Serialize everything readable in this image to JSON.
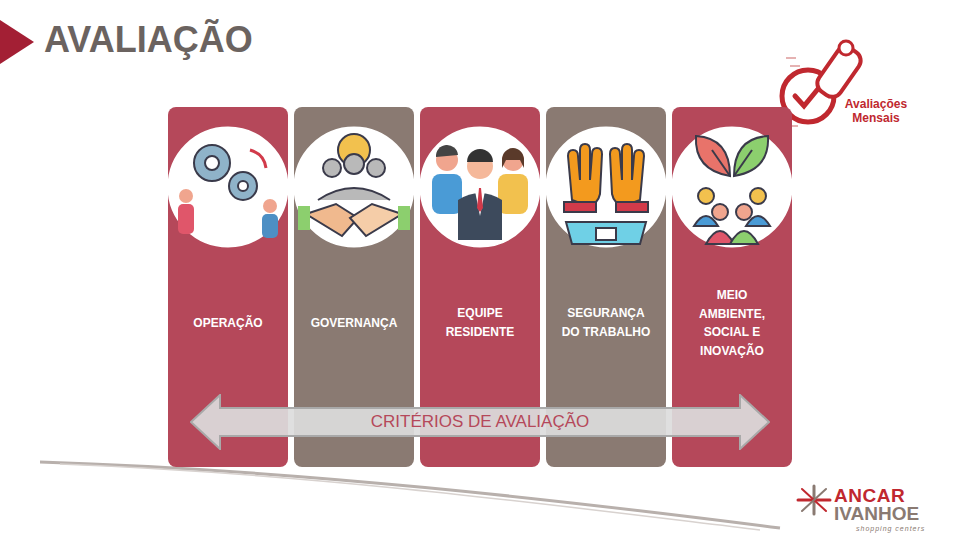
{
  "diagram": {
    "title": "AVALIAÇÃO",
    "nodes": [
      {
        "text": [
          "OPERAÇÃO"
        ]
      },
      {
        "text": [
          "GOVERNANÇA"
        ]
      },
      {
        "text": [
          "EQUIPE RESIDENTE"
        ]
      },
      {
        "text": [
          "SEGURANÇA DO TRABALHO"
        ]
      },
      {
        "text": [
          "MEIO AMBIENTE, SOCIAL E INOVAÇÃO"
        ]
      },
      {
        "text": [
          "CRITÉRIOS DE AVALIAÇÃO"
        ]
      }
    ],
    "labels": [
      "Avaliações Mensais",
      "ANCAR",
      "IVANHOE",
      "shopping centers"
    ]
  }
}
